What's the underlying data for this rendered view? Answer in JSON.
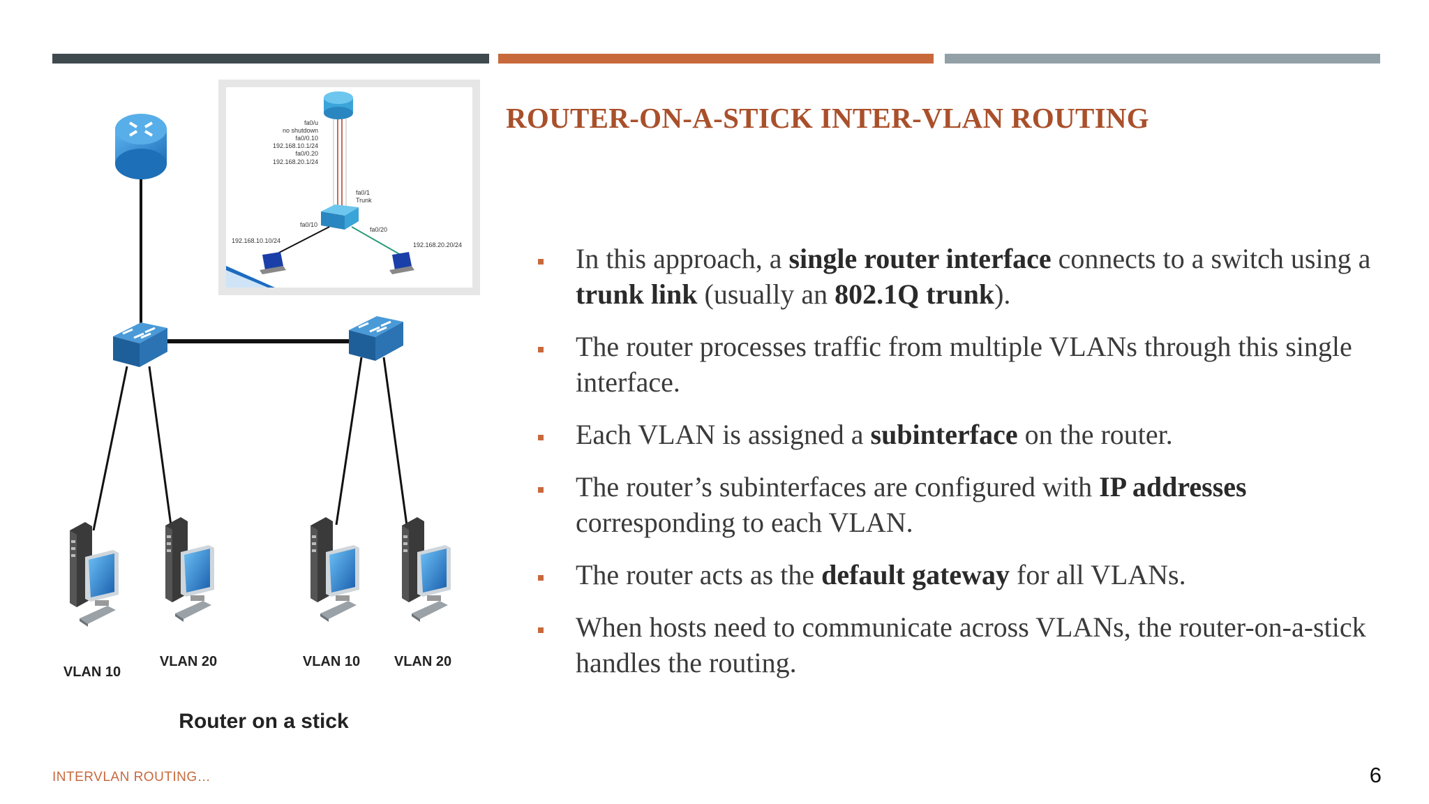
{
  "slide": {
    "title": "ROUTER-ON-A-STICK INTER-VLAN ROUTING",
    "footer": "INTERVLAN ROUTING…",
    "page_number": "6"
  },
  "bullets": [
    {
      "parts": [
        {
          "t": "In this approach, a "
        },
        {
          "t": "single router interface",
          "b": true
        },
        {
          "t": " connects to a switch using a "
        },
        {
          "t": "trunk link",
          "b": true
        },
        {
          "t": " (usually an "
        },
        {
          "t": "802.1Q trunk",
          "b": true
        },
        {
          "t": ")."
        }
      ]
    },
    {
      "parts": [
        {
          "t": "The router processes traffic from multiple VLANs through this single interface."
        }
      ]
    },
    {
      "parts": [
        {
          "t": "Each VLAN is assigned a "
        },
        {
          "t": "subinterface",
          "b": true
        },
        {
          "t": " on the router."
        }
      ]
    },
    {
      "parts": [
        {
          "t": "The router’s subinterfaces are configured with "
        },
        {
          "t": "IP addresses",
          "b": true
        },
        {
          "t": " corresponding to each VLAN."
        }
      ]
    },
    {
      "parts": [
        {
          "t": "The router acts as the "
        },
        {
          "t": "default gateway",
          "b": true
        },
        {
          "t": " for all VLANs."
        }
      ]
    },
    {
      "parts": [
        {
          "t": "When hosts need to communicate across VLANs, the router-on-a-stick handles the routing."
        }
      ]
    }
  ],
  "diagram": {
    "caption": "Router on a stick",
    "pc_labels": [
      "VLAN 10",
      "VLAN 20",
      "VLAN 10",
      "VLAN 20"
    ],
    "inset": {
      "router_config": [
        "fa0/u",
        "no shutdown",
        "fa0/0.10",
        "192.168.10.1/24",
        "fa0/0.20",
        "192.168.20.1/24"
      ],
      "trunk_port": "fa0/1",
      "trunk_label": "Trunk",
      "port_left": "fa0/10",
      "port_right": "fa0/20",
      "ip_left": "192.168.10.10/24",
      "ip_right": "192.168.20.20/24"
    }
  },
  "colors": {
    "accent": "#c8693c",
    "title": "#a9502b",
    "bar_dark": "#3f4a4f",
    "bar_gray": "#94a0a8",
    "device_blue": "#2a7fc9"
  }
}
